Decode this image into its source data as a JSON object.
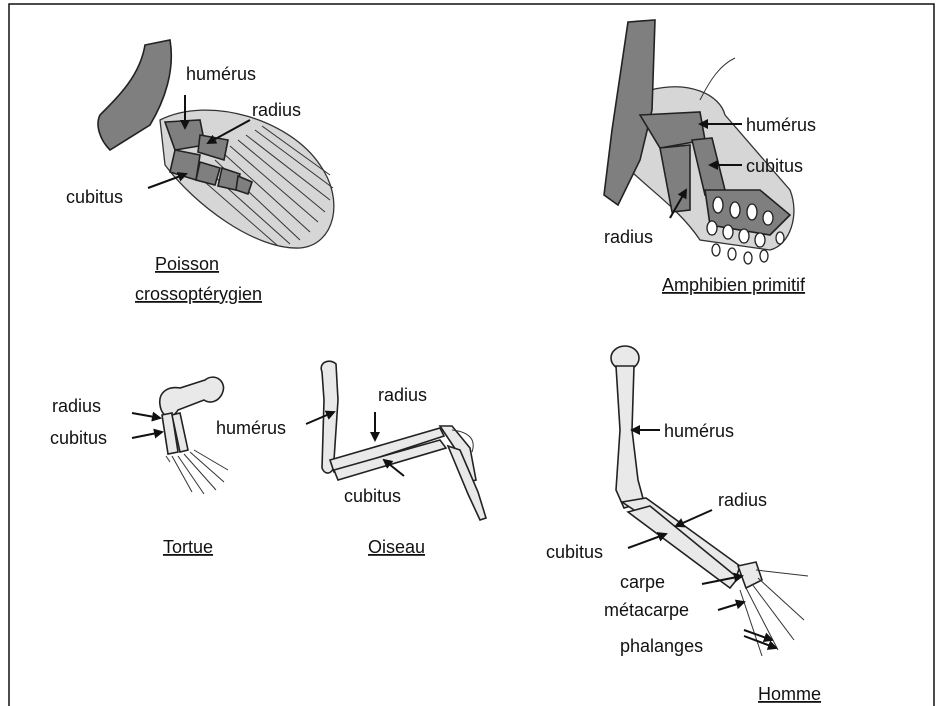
{
  "panels": {
    "poisson": {
      "caption_line1": "Poisson",
      "caption_line2": "crossoptérygien",
      "humerus": "humérus",
      "radius": "radius",
      "cubitus": "cubitus"
    },
    "amphibien": {
      "caption": "Amphibien primitif",
      "humerus": "humérus",
      "cubitus": "cubitus",
      "radius": "radius"
    },
    "tortue": {
      "caption": "Tortue",
      "radius": "radius",
      "cubitus": "cubitus"
    },
    "oiseau": {
      "caption": "Oiseau",
      "humerus": "humérus",
      "radius": "radius",
      "cubitus": "cubitus"
    },
    "homme": {
      "caption": "Homme",
      "humerus": "humérus",
      "radius": "radius",
      "cubitus": "cubitus",
      "carpe": "carpe",
      "metacarpe": "métacarpe",
      "phalanges": "phalanges"
    }
  }
}
